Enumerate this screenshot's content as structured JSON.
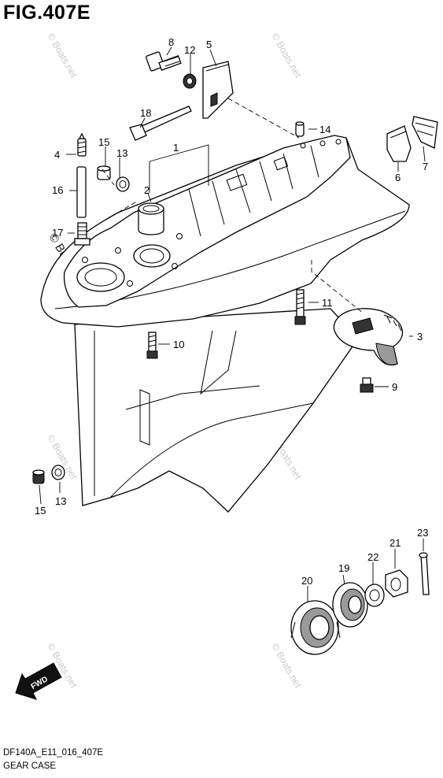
{
  "figure": {
    "title": "FIG.407E",
    "code": "DF140A_E11_016_407E",
    "name": "GEAR CASE"
  },
  "watermark": "© Boats.net",
  "direction_badge": "FWD",
  "callouts": [
    "1",
    "2",
    "3",
    "4",
    "5",
    "6",
    "7",
    "8",
    "9",
    "10",
    "11",
    "12",
    "13",
    "13",
    "14",
    "15",
    "15",
    "16",
    "17",
    "18",
    "19",
    "20",
    "21",
    "22",
    "23"
  ]
}
